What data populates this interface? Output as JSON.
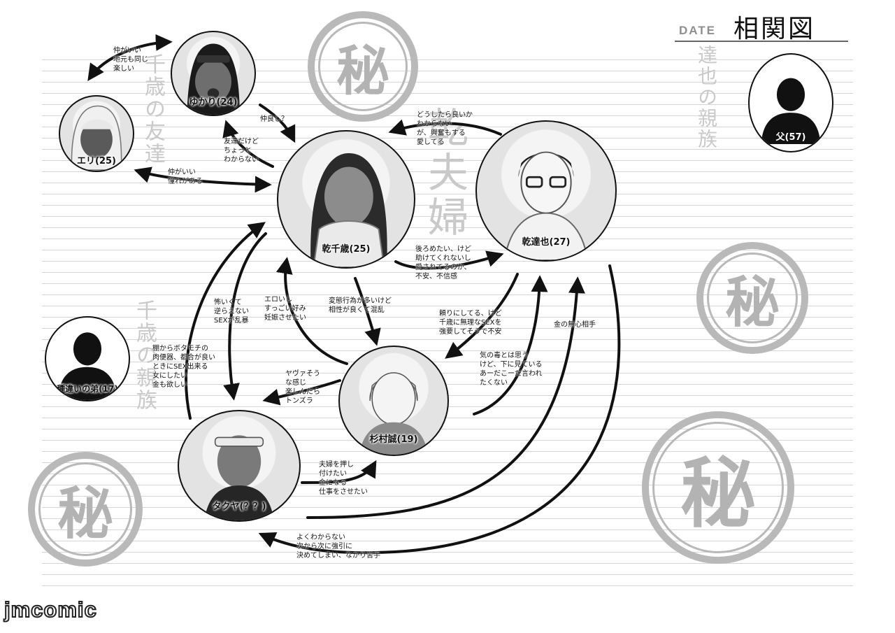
{
  "header": {
    "date_label": "DATE",
    "title": "相関図"
  },
  "stamps": {
    "glyph": "秘"
  },
  "side_labels": {
    "chitose_friends": "千歳の友達",
    "married_couple": "乾夫婦",
    "tatsuya_relatives": "達也の親族",
    "chitose_relatives": "千歳の親族"
  },
  "people": {
    "yukari": "ゆかり(24)",
    "eri": "エリ(25)",
    "chitose": "乾千歳(25)",
    "tatsuya": "乾達也(27)",
    "father": "父(57)",
    "brother": "種違いの弟(17)",
    "makoto": "杉村誠(19)",
    "takuya": "タクヤ(？？)"
  },
  "relations": {
    "yukari_eri": "仲がいい\n地元も同じ\n楽しい",
    "yukari_chitose": "仲良し？",
    "chitose_yukari": "友達だけど\nちょっと\nわからない",
    "eri_chitose": "仲がいい\n憧れがある",
    "tatsuya_chitose": "どうしたら良いか\nわからない\nが、興奮もする\n愛してる",
    "chitose_tatsuya": "後ろめたい、けど\n助けてくれないし\n愛されてるのか、\n不安、不信感",
    "takuya_chitose": "怖いくて\n逆らえない\nSEXが乱暴",
    "makoto_chitose": "エロいし\nすっごい好み\n妊娠させたい",
    "chitose_makoto": "変態行為が多いけど\n相性が良くて混乱",
    "tatsuya_makoto": "頼りにしてる、けど\n千歳に無理なSEXを\n強要してそうで不安",
    "makoto_tatsuya": "気の毒とは思う\nけど、下に見ている\nあーだこーだ言われ\nたくない",
    "takuya_tatsuya": "金の無心相手",
    "takuya_goal": "棚からボタモチの\n肉便器、都合が良い\nときにSEX出来る\n女にしたい\n金も欲しい",
    "makoto_takuya": "ヤヴァそう\nな感じ\n楽しんだら\nトンズラ",
    "takuya_makoto": "夫婦を押し\n付けたい\n金になる\n仕事をさせたい",
    "tatsuya_takuya": "よくわからない\n次から次に強引に\n決めてしまい、なかり苦手"
  },
  "watermark": "jmcomic"
}
